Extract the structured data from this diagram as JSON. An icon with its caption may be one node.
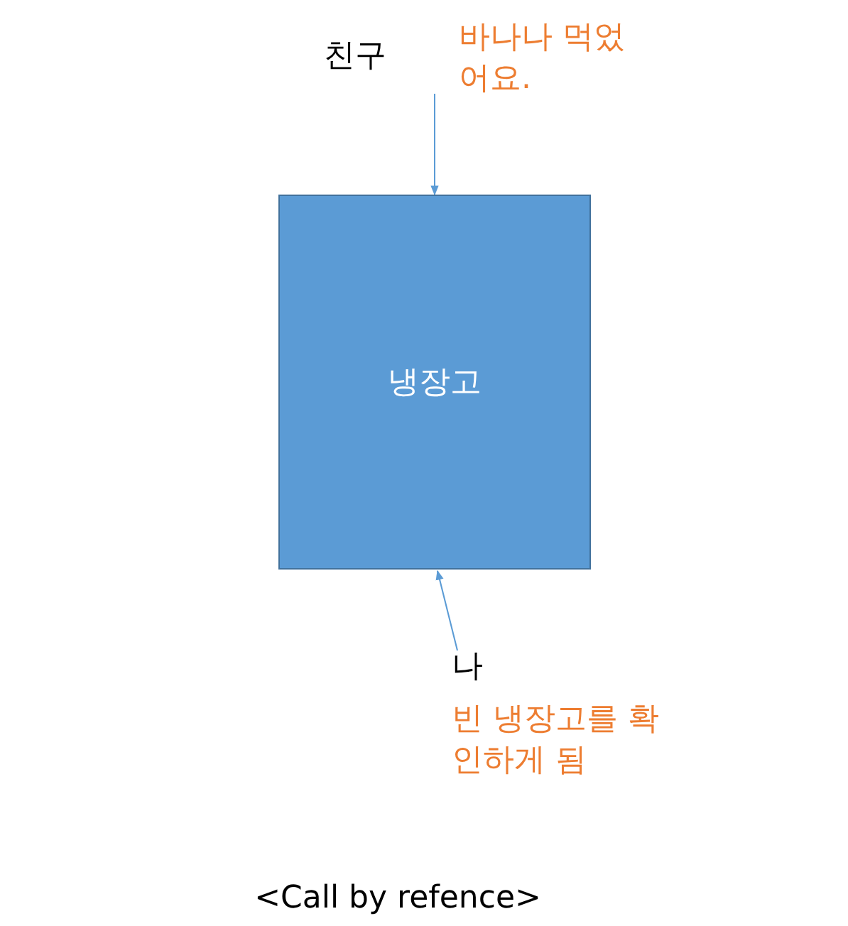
{
  "diagram": {
    "caption": "<Call by refence>",
    "nodes": [
      {
        "text": [
          "친구"
        ],
        "beside": [
          "바나나 먹었어요."
        ]
      },
      {
        "text": [
          "냉장고"
        ]
      },
      {
        "text": [
          "나"
        ],
        "beside": [
          "빈 냉장고를 확인하게 됨"
        ]
      }
    ],
    "edges": [
      {
        "from": 0,
        "to": 1,
        "arrow": "to"
      },
      {
        "from": 2,
        "to": 1,
        "arrow": "to"
      }
    ]
  }
}
